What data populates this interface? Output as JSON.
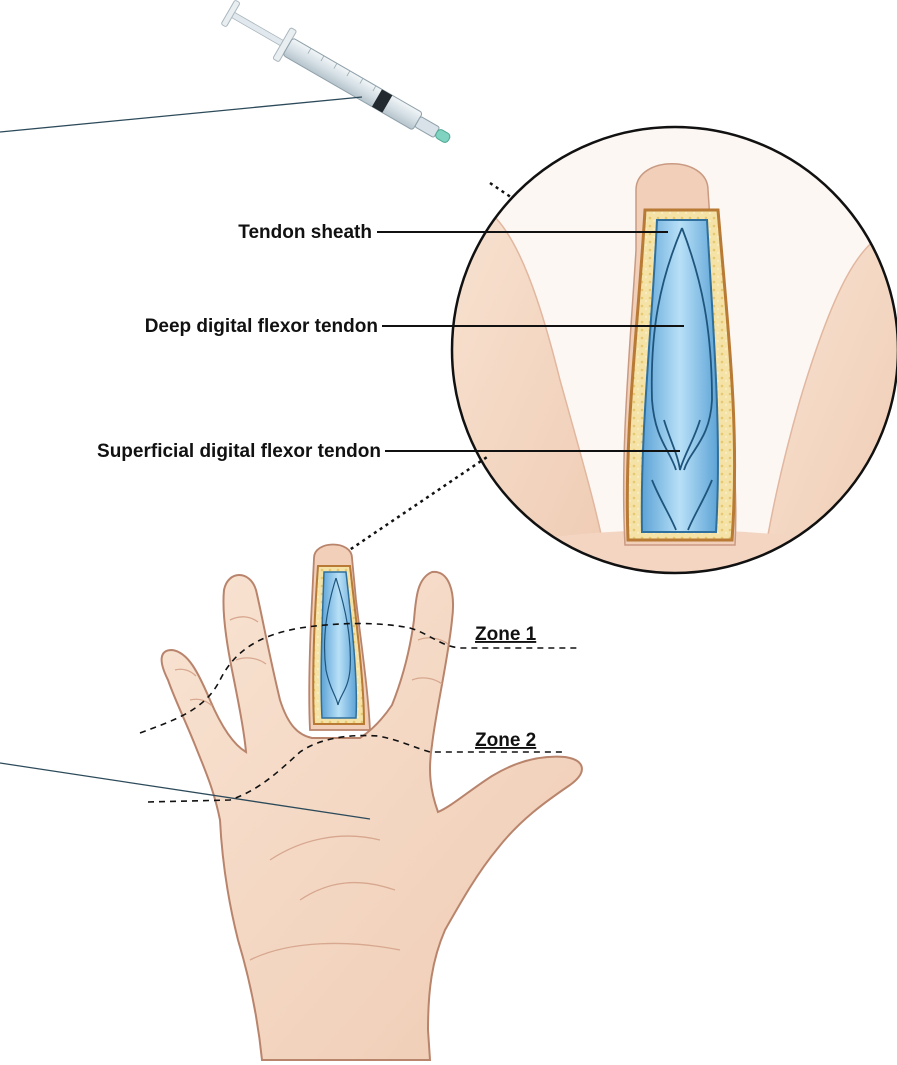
{
  "callouts": {
    "tendon_sheath": "Tendon sheath",
    "deep_flexor": "Deep digital flexor tendon",
    "superficial_flexor": "Superficial digital flexor tendon"
  },
  "zones": {
    "zone1": "Zone 1",
    "zone2": "Zone 2"
  },
  "colors": {
    "skin": "#f6dcc8",
    "skin_shade": "#e8b9a0",
    "skin_outline": "#b9846c",
    "tendon_blue": "#8cc4ea",
    "tendon_dark": "#2e6f9e",
    "fat_yellow": "#f3df9c",
    "sheath_border": "#c98a3a",
    "line": "#111111",
    "pointer_line": "#2c4a5a",
    "syringe_tip": "#7fd3c0"
  },
  "icons": {
    "syringe": "syringe-icon",
    "magnifier": "magnified-finger-inset"
  }
}
